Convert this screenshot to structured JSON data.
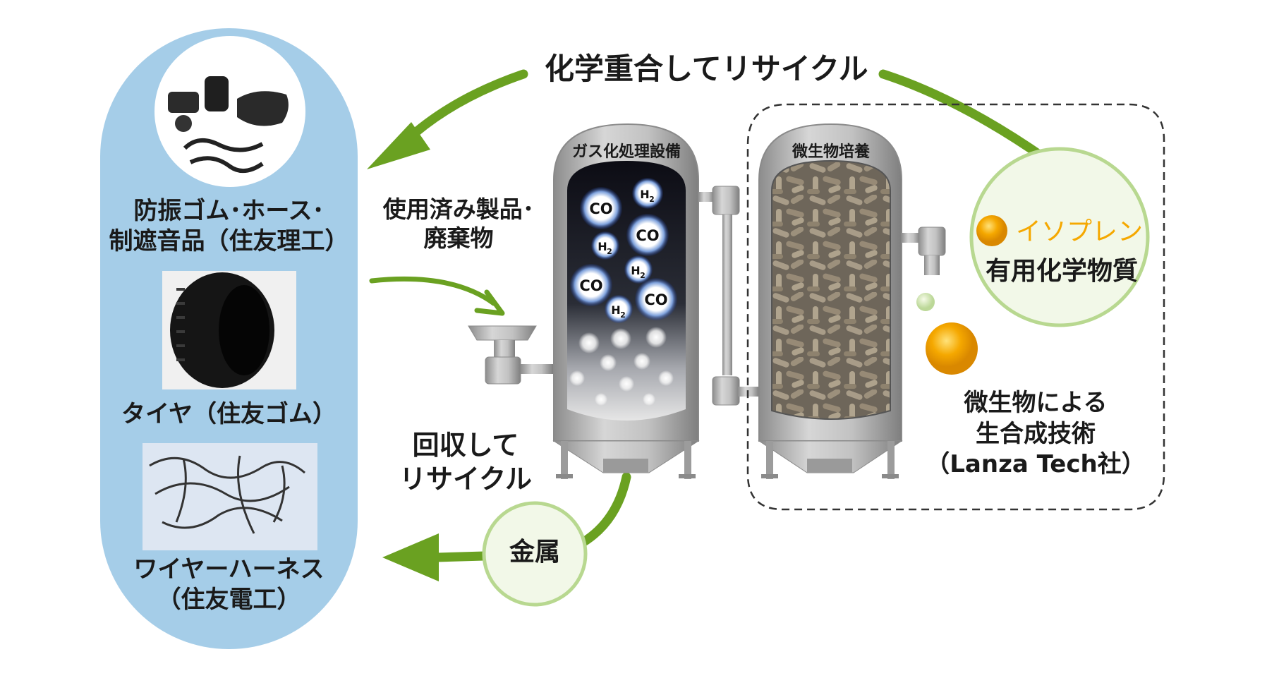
{
  "products": {
    "group1_line1": "防振ゴム･ホース･",
    "group1_line2": "制遮音品（住友理工）",
    "group2": "タイヤ（住友ゴム）",
    "group3_line1": "ワイヤーハーネス",
    "group3_line2": "（住友電工）"
  },
  "arrows": {
    "chemical_recycle": "化学重合してリサイクル",
    "input_line1": "使用済み製品･",
    "input_line2": "廃棄物",
    "recover_line1": "回収して",
    "recover_line2": "リサイクル",
    "metal": "金属"
  },
  "vessels": {
    "gasification": "ガス化処理設備",
    "microbe_culture": "微生物培養"
  },
  "molecules": {
    "co": "CO",
    "h2": "H",
    "h2_sub": "2"
  },
  "output": {
    "isoprene": "イソプレン",
    "useful_chemicals": "有用化学物質",
    "tech_line1": "微生物による",
    "tech_line2": "生合成技術",
    "tech_line3": "（Lanza Tech社）"
  },
  "colors": {
    "panel_blue": "#a5cde8",
    "arrow_green": "#6aa121",
    "circle_green_border": "#b8d890",
    "circle_fill": "#f2f8e8",
    "isoprene_orange": "#f5a800",
    "steel": "#a8a8a8"
  }
}
